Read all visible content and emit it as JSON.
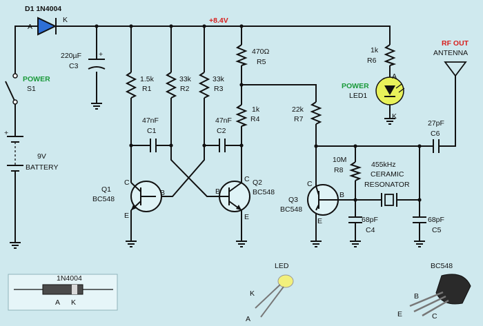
{
  "labels": {
    "d1": "D1 1N4004",
    "d1_a": "A",
    "d1_k": "K",
    "vplus": "+8.4V",
    "c3_val": "220µF",
    "c3": "C3",
    "c3_plus": "+",
    "power_s1_top": "POWER",
    "power_s1_bot": "S1",
    "bat_plus": "+",
    "bat_val": "9V",
    "bat_name": "BATTERY",
    "r1_val": "1.5k",
    "r1": "R1",
    "r2_val": "33k",
    "r2": "R2",
    "r3_val": "33k",
    "r3": "R3",
    "r5_val": "470Ω",
    "r5": "R5",
    "r4_val": "1k",
    "r4": "R4",
    "c1_val": "47nF",
    "c1": "C1",
    "c2_val": "47nF",
    "c2": "C2",
    "q1_name": "Q1",
    "q1_part": "BC548",
    "q2_name": "Q2",
    "q2_part": "BC548",
    "q3_name": "Q3",
    "q3_part": "BC548",
    "pin_c": "C",
    "pin_b": "B",
    "pin_e": "E",
    "r6_val": "1k",
    "r6": "R6",
    "led_a": "A",
    "led_k": "K",
    "power_led_top": "POWER",
    "power_led_bot": "LED1",
    "rf_out": "RF OUT",
    "antenna": "ANTENNA",
    "r7_val": "22k",
    "r7": "R7",
    "c6_val": "27pF",
    "c6": "C6",
    "r8_val": "10M",
    "r8": "R8",
    "res_1": "455kHz",
    "res_2": "CERAMIC",
    "res_3": "RESONATOR",
    "c4_val": "68pF",
    "c4": "C4",
    "c5_val": "68pF",
    "c5": "C5",
    "legend_diode": "1N4004",
    "legend_diode_a": "A",
    "legend_diode_k": "K",
    "legend_led": "LED",
    "legend_led_k": "K",
    "legend_led_a": "A",
    "legend_bc548": "BC548",
    "legend_b": "B",
    "legend_e": "E",
    "legend_c": "C"
  },
  "colors": {
    "background": "#cfe9ee",
    "wire": "#111111",
    "power_label": "#1a9a3a",
    "rf_label": "#d8201e",
    "diode_fill": "#2e6fd6",
    "led_fill": "#e8f25a"
  }
}
